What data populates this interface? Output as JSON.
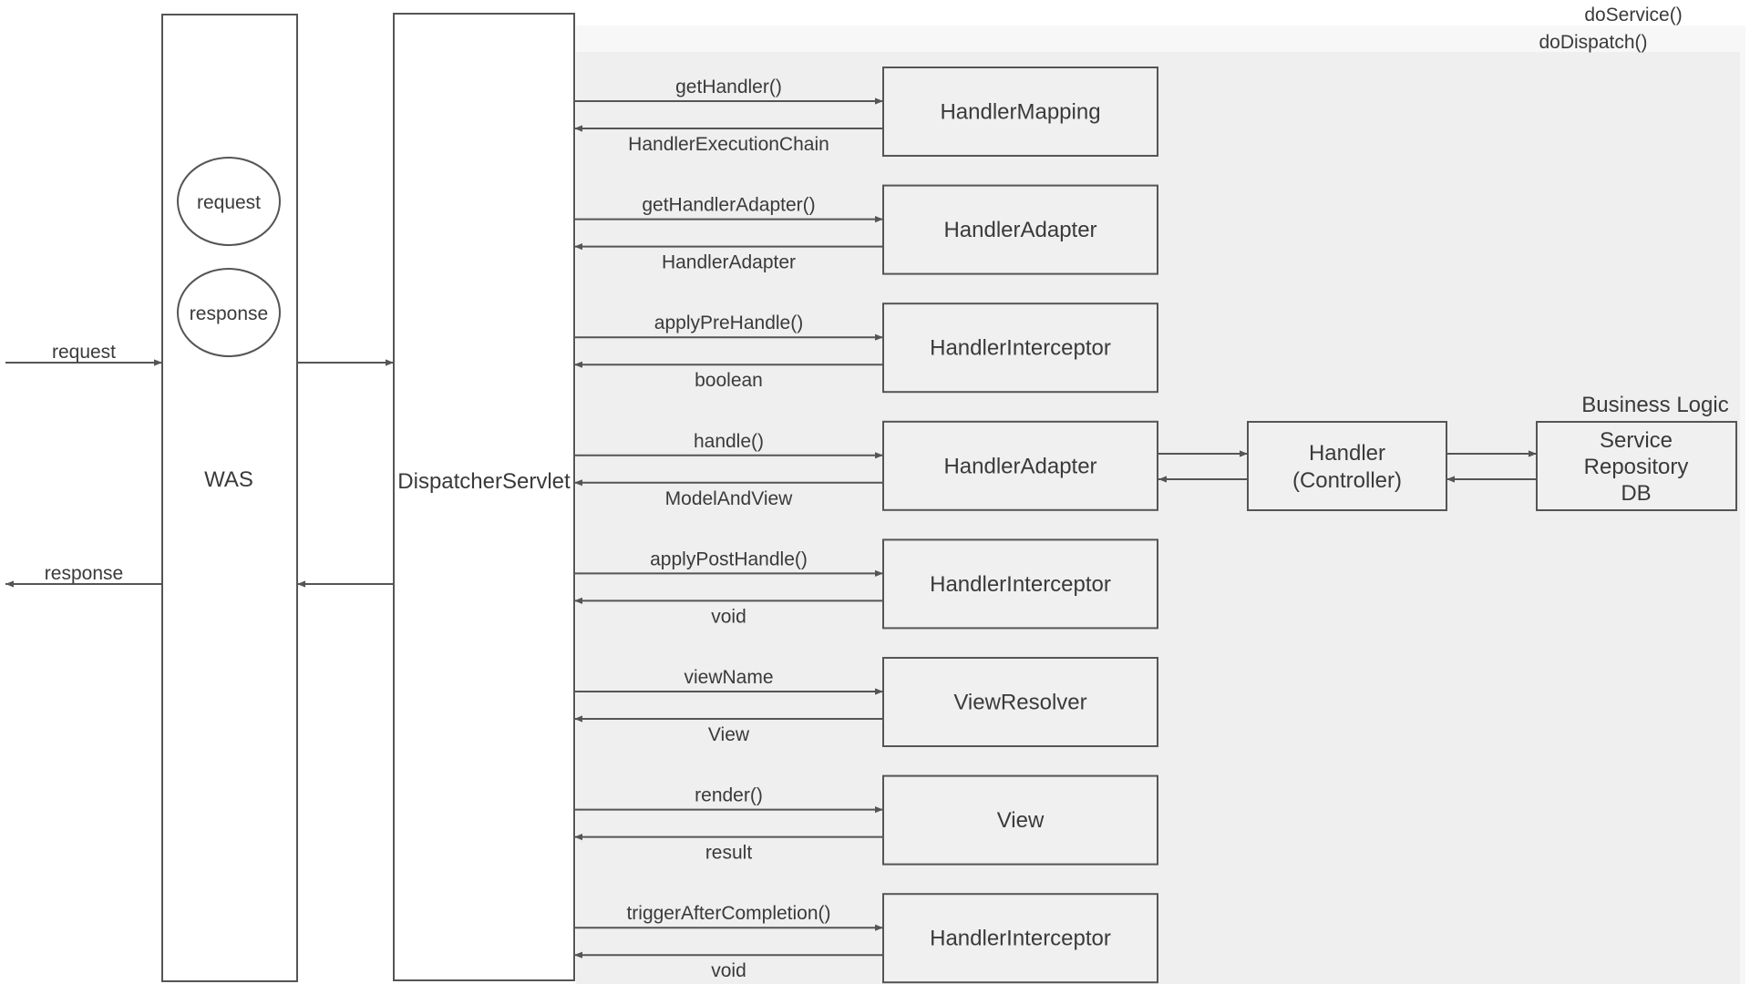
{
  "regions": {
    "do_service_label": "doService()",
    "do_dispatch_label": "doDispatch()",
    "business_logic_label": "Business Logic"
  },
  "was": {
    "label": "WAS",
    "request_circle": "request",
    "response_circle": "response"
  },
  "external": {
    "request_label": "request",
    "response_label": "response"
  },
  "dispatcher": {
    "label": "DispatcherServlet"
  },
  "steps": [
    {
      "call": "getHandler()",
      "returns": "HandlerExecutionChain",
      "component": "HandlerMapping"
    },
    {
      "call": "getHandlerAdapter()",
      "returns": "HandlerAdapter",
      "component": "HandlerAdapter"
    },
    {
      "call": "applyPreHandle()",
      "returns": "boolean",
      "component": "HandlerInterceptor"
    },
    {
      "call": "handle()",
      "returns": "ModelAndView",
      "component": "HandlerAdapter"
    },
    {
      "call": "applyPostHandle()",
      "returns": "void",
      "component": "HandlerInterceptor"
    },
    {
      "call": "viewName",
      "returns": "View",
      "component": "ViewResolver"
    },
    {
      "call": "render()",
      "returns": "result",
      "component": "View"
    },
    {
      "call": "triggerAfterCompletion()",
      "returns": "void",
      "component": "HandlerInterceptor"
    }
  ],
  "handler": {
    "line1": "Handler",
    "line2": "(Controller)"
  },
  "business": {
    "line1": "Service",
    "line2": "Repository",
    "line3": "DB"
  },
  "colors": {
    "stroke": "#555555",
    "region_outer": "#f7f7f7",
    "region_inner": "#efefef",
    "box_fill": "#f0f0f0",
    "text": "#3a3a3a"
  }
}
